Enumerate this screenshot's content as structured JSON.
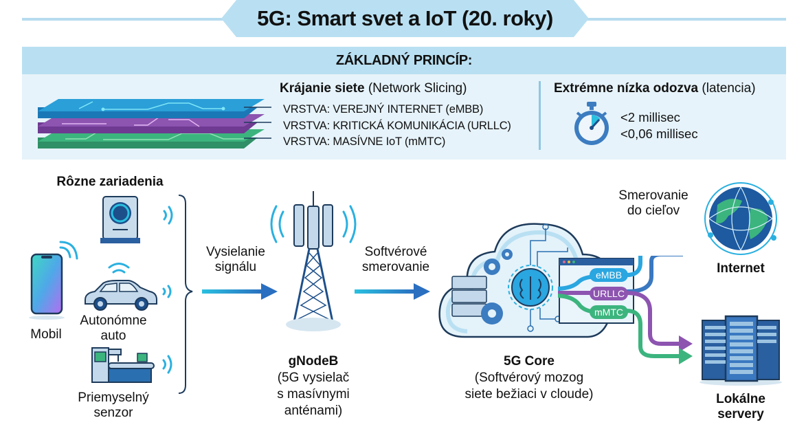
{
  "header": {
    "title": "5G: Smart svet a IoT (20. roky)"
  },
  "principle": {
    "heading": "ZÁKLADNÝ PRINCÍP:",
    "slicing": {
      "title_bold": "Krájanie siete",
      "title_rest": " (Network Slicing)",
      "layers": [
        {
          "label": "VRSTVA: VEREJNÝ INTERNET (eMBB)",
          "color": "#2a9fd8"
        },
        {
          "label": "VRSTVA: KRITICKÁ KOMUNIKÁCIA (URLLC)",
          "color": "#8d54b0"
        },
        {
          "label": "VRSTVA: MASÍVNE IoT (mMTC)",
          "color": "#3aac7c"
        }
      ]
    },
    "latency": {
      "title_bold": "Extrémne nízka odozva",
      "title_rest": " (latencia)",
      "icon": "stopwatch-icon",
      "values": [
        "<2 millisec",
        "<0,06 millisec"
      ]
    }
  },
  "flow": {
    "devices": {
      "heading": "Rôzne zariadenia",
      "items": [
        {
          "label": "Mobil",
          "icon": "smartphone-icon"
        },
        {
          "label_line1": "Autonómne",
          "label_line2": "auto",
          "icon": "car-icon"
        },
        {
          "label_line1": "Priemyselný",
          "label_line2": "senzor",
          "icon": "industrial-machine-icon"
        },
        {
          "icon": "smart-speaker-icon"
        }
      ]
    },
    "arrow1": {
      "line1": "Vysielanie",
      "line2": "signálu"
    },
    "tower": {
      "title": "gNodeB",
      "desc_lines": [
        "(5G vysielač",
        "s masívnymi",
        "anténami)"
      ],
      "icon": "cell-tower-icon"
    },
    "arrow2": {
      "line1": "Softvérové",
      "line2": "smerovanie"
    },
    "core": {
      "title": "5G Core",
      "desc_lines": [
        "(Softvérový mozog",
        "siete bežiaci v cloude)"
      ],
      "slices": [
        {
          "label": "eMBB",
          "color": "#2aa6e0"
        },
        {
          "label": "URLLC",
          "color": "#8d54b0"
        },
        {
          "label": "mMTC",
          "color": "#3cb47e"
        }
      ]
    },
    "routing": {
      "line1": "Smerovanie",
      "line2": "do cieľov"
    },
    "destinations": {
      "internet": {
        "label": "Internet",
        "icon": "globe-icon"
      },
      "servers": {
        "line1": "Lokálne",
        "line2": "servery",
        "icon": "server-rack-icon"
      }
    }
  },
  "colors": {
    "banner": "#b9e0f2",
    "panel": "#e6f3fa",
    "accent_blue": "#2a7fc4",
    "cyan": "#2ab0e0",
    "purple": "#8d54b0",
    "green": "#3cb47e"
  }
}
